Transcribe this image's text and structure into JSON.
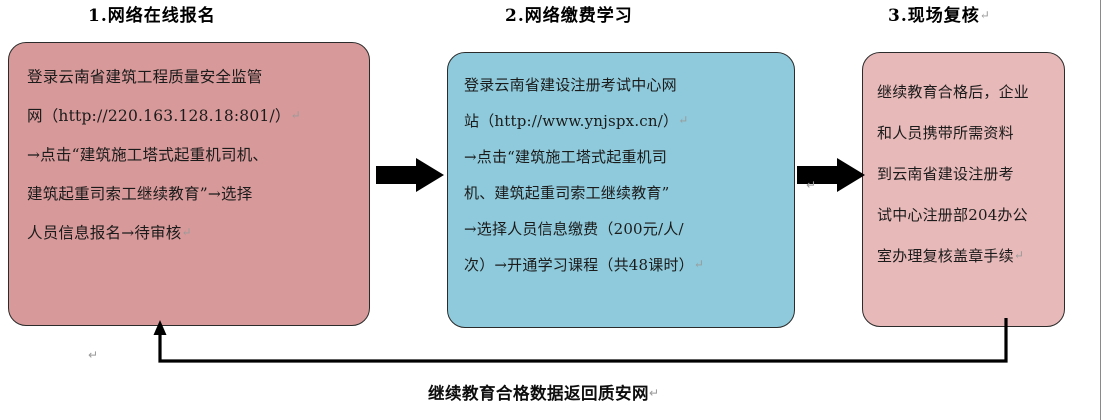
{
  "diagram": {
    "caption": "继续教育合格数据返回质安网",
    "caption_mark": "↵",
    "columns": [
      {
        "id": "step-1",
        "title": "1.网络在线报名",
        "title_mark": "",
        "color": "#d79999",
        "lines": [
          "登录云南省建筑工程质量安全监管",
          "网（http://220.163.128.18:801/）",
          "→点击“建筑施工塔式起重机司机、",
          "建筑起重司索工继续教育”→选择",
          "人员信息报名→待审核"
        ],
        "line_marks": [
          "",
          "↵",
          "",
          "",
          "↵"
        ]
      },
      {
        "id": "step-2",
        "title": "2.网络缴费学习",
        "title_mark": "",
        "color": "#8ecadb",
        "lines": [
          "登录云南省建设注册考试中心网",
          "站（http://www.ynjspx.cn/）",
          "→点击“建筑施工塔式起重机司",
          "机、建筑起重司索工继续教育”",
          "→选择人员信息缴费（200元/人/",
          "次）→开通学习课程（共48课时）"
        ],
        "line_marks": [
          "",
          "↵",
          "",
          "",
          "",
          "↵"
        ]
      },
      {
        "id": "step-3",
        "title": "3.现场复核",
        "title_mark": "↵",
        "color": "#e8b9b9",
        "lines": [
          "继续教育合格后，企业",
          "和人员携带所需资料",
          "到云南省建设注册考",
          "试中心注册部204办公",
          "室办理复核盖章手续"
        ],
        "line_marks": [
          "",
          "",
          "",
          "",
          "↵"
        ]
      }
    ],
    "connectors": [
      {
        "id": "arrow-1-2",
        "from": "step-1",
        "to": "step-2",
        "kind": "block-arrow-right"
      },
      {
        "id": "arrow-2-3",
        "from": "step-2",
        "to": "step-3",
        "kind": "block-arrow-right"
      },
      {
        "id": "return-path",
        "from": "step-3",
        "to": "step-1",
        "kind": "feedback-line-up"
      }
    ],
    "stray_marks": {
      "left": "↵",
      "mid": "↵",
      "box3_extra": "↵"
    },
    "colors": {
      "stroke": "#2b2b2b",
      "arrow": "#000000",
      "text": "#1b1b1b",
      "mark": "#9a9a9a",
      "page_margin": "#8a8a8a"
    }
  }
}
